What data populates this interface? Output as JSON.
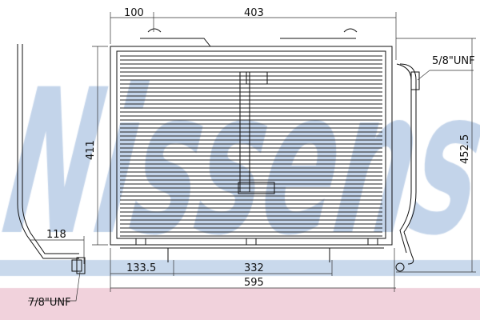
{
  "watermark": {
    "logo_text": "Nissens",
    "color": "#c3d4ea"
  },
  "bands": {
    "blue": "#c9d9ec",
    "pink": "#f1d2dc"
  },
  "dimensions": {
    "top_left": "100",
    "top_right": "403",
    "fitting_top": "5/8\"UNF",
    "height_left": "411",
    "height_right": "452.5",
    "pipe_offset": "118",
    "bottom_left": "133.5",
    "bottom_mid": "332",
    "overall_width": "595",
    "fitting_bottom": "7/8\"UNF"
  }
}
